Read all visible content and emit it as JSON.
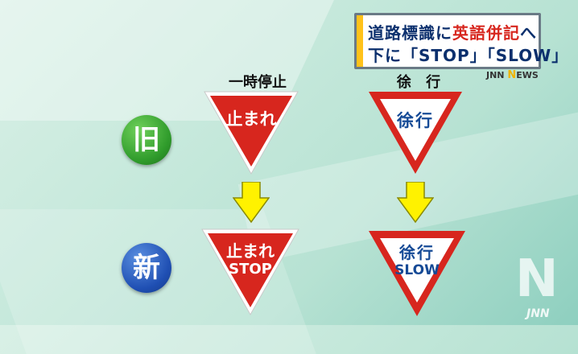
{
  "headline": {
    "line1_a": "道路標識に",
    "line1_b": "英語併記",
    "line1_c": "へ",
    "line2": "下に「STOP」「SLOW」"
  },
  "labels": {
    "stop_column": "一時停止",
    "slow_column": "徐 行",
    "old": "旧",
    "new": "新"
  },
  "signs": {
    "old_stop": "止まれ",
    "old_slow": "徐行",
    "new_stop_jp": "止まれ",
    "new_stop_en": "STOP",
    "new_slow_jp": "徐行",
    "new_slow_en": "SLOW"
  },
  "logos": {
    "small_prefix": "JNN",
    "small_n": "N",
    "small_suffix": "EWS",
    "big_glyph": "N",
    "big_text": "JNN"
  },
  "colors": {
    "sign_red": "#d7261e",
    "arrow_yellow": "#fff200",
    "old_badge_green": "#2f9b2b",
    "new_badge_blue": "#1f4fb3"
  }
}
